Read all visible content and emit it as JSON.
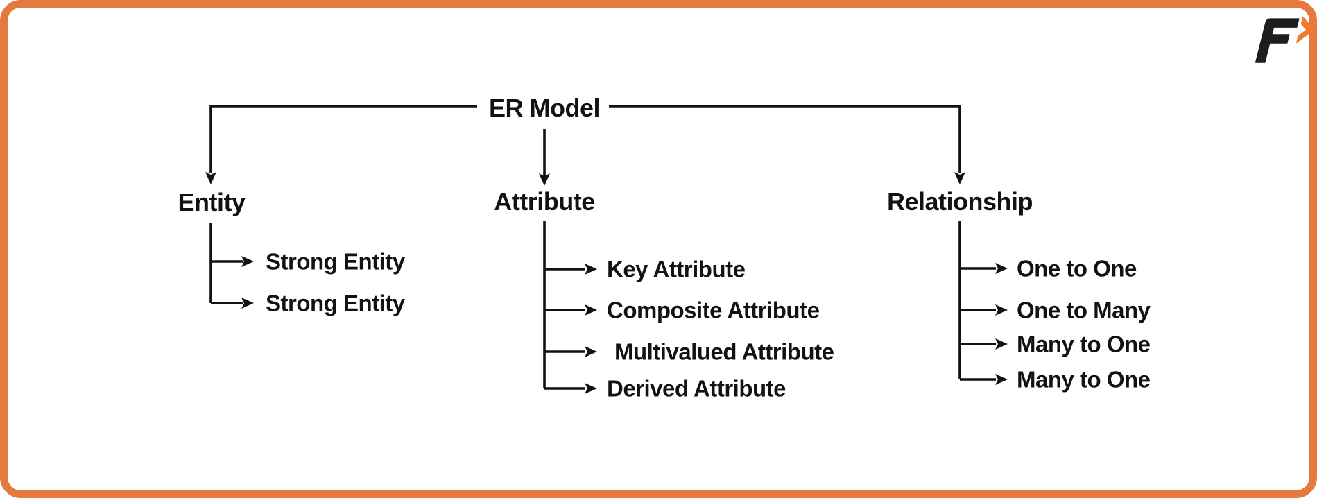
{
  "diagram": {
    "root": {
      "label": "ER Model"
    },
    "branches": [
      {
        "label": "Entity",
        "children": [
          "Strong Entity",
          "Strong Entity"
        ]
      },
      {
        "label": "Attribute",
        "children": [
          "Key Attribute",
          "Composite Attribute",
          "Multivalued Attribute",
          "Derived Attribute"
        ]
      },
      {
        "label": "Relationship",
        "children": [
          "One to One",
          "One to Many",
          "Many to One",
          "Many to One"
        ]
      }
    ]
  },
  "logo": {
    "icon": "f-forward-arrow-logo"
  },
  "colors": {
    "frame_border": "#E5793E",
    "line": "#121212",
    "text": "#121212",
    "logo_black": "#1D1D1D",
    "logo_orange": "#ED7C31",
    "background": "#FFFFFF"
  }
}
